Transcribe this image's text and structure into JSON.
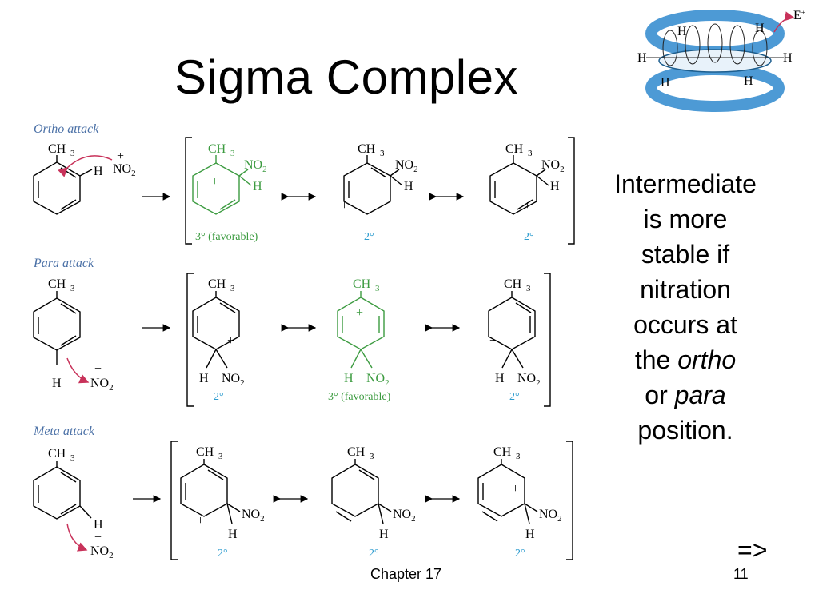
{
  "slide": {
    "title": "Sigma Complex",
    "body": [
      "Intermediate",
      "is more",
      "stable if",
      "nitration",
      "occurs at",
      "the",
      "ortho",
      "or",
      "para",
      "position."
    ],
    "next_marker": "=>",
    "footer_chapter": "Chapter 17",
    "footer_page": "11"
  },
  "figure": {
    "rows": [
      {
        "attack": "Ortho attack",
        "labels": [
          "3° (favorable)",
          "2°",
          "2°"
        ]
      },
      {
        "attack": "Para attack",
        "labels": [
          "2°",
          "3° (favorable)",
          "2°"
        ]
      },
      {
        "attack": "Meta attack",
        "labels": [
          "2°",
          "2°",
          "2°"
        ]
      }
    ],
    "groups": {
      "ch": "CH",
      "no": "NO",
      "sub3": "3",
      "sub2": "2",
      "h": "H",
      "plus": "+",
      "eplus": "E",
      "eplus_sup": "+"
    },
    "colors": {
      "green": "#3c9b40",
      "blue_label": "#2d9ccf",
      "attack_label": "#4a70a6",
      "arrow_red": "#c8325a",
      "torus": "#3a8fd0"
    }
  }
}
